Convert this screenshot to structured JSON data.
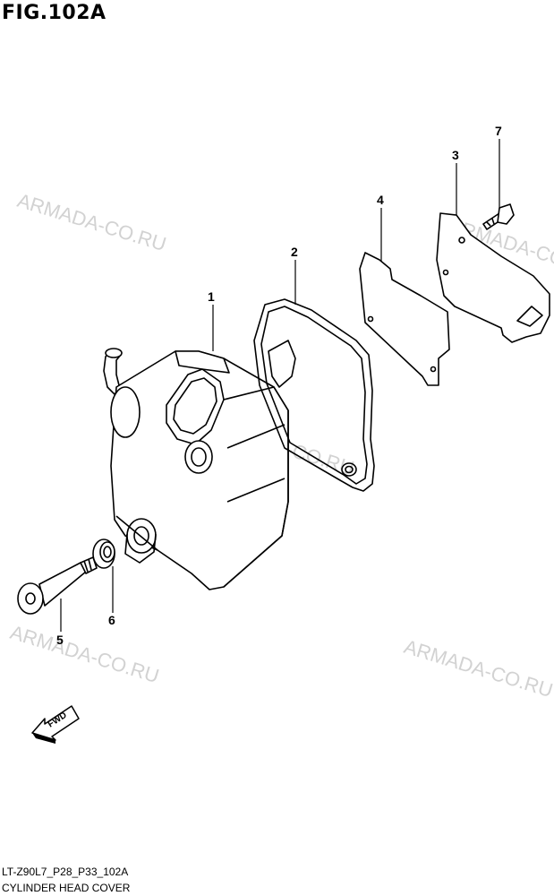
{
  "figure": {
    "title": "FIG.102A",
    "diagram_code": "LT-Z90L7_P28_P33_102A",
    "caption": "CYLINDER HEAD COVER"
  },
  "watermark": "ARMADA-CO.RU",
  "parts": [
    {
      "number": "1"
    },
    {
      "number": "2"
    },
    {
      "number": "3"
    },
    {
      "number": "4"
    },
    {
      "number": "5"
    },
    {
      "number": "6"
    },
    {
      "number": "7"
    }
  ],
  "fwd_arrow": {
    "label": "FWD"
  }
}
